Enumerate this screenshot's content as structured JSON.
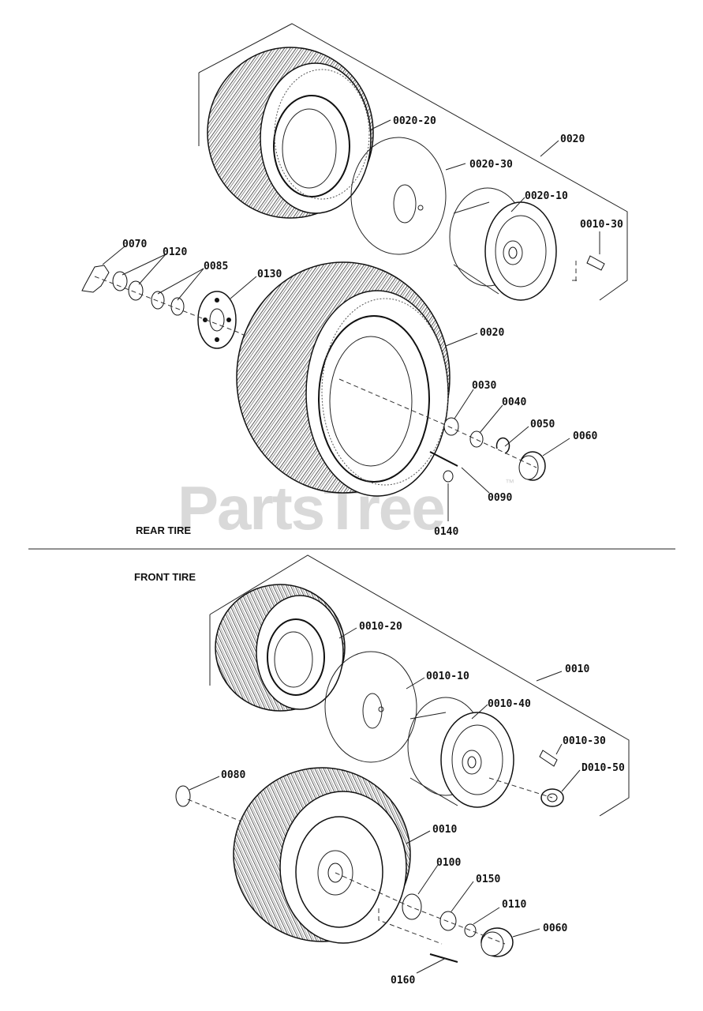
{
  "watermark": "PartsTree",
  "watermark_tm": "™",
  "sections": {
    "rear": {
      "title": "REAR TIRE"
    },
    "front": {
      "title": "FRONT TIRE"
    }
  },
  "labels": {
    "rear_0020_20": "0020-20",
    "rear_0020": "0020",
    "rear_0020_30": "0020-30",
    "rear_0020_10": "0020-10",
    "rear_0010_30": "0010-30",
    "rear_0070": "0070",
    "rear_0120": "0120",
    "rear_0085": "0085",
    "rear_0130": "0130",
    "rear_0020_b": "0020",
    "rear_0030": "0030",
    "rear_0040": "0040",
    "rear_0050": "0050",
    "rear_0060": "0060",
    "rear_0090": "0090",
    "rear_0140": "0140",
    "front_0010_20": "0010-20",
    "front_0010": "0010",
    "front_0010_10": "0010-10",
    "front_0010_40": "0010-40",
    "front_0010_30": "0010-30",
    "front_0010_50": "D010-50",
    "front_0080": "0080",
    "front_0010_b": "0010",
    "front_0100": "0100",
    "front_0150": "0150",
    "front_0110": "0110",
    "front_0060": "0060",
    "front_0160": "0160"
  }
}
